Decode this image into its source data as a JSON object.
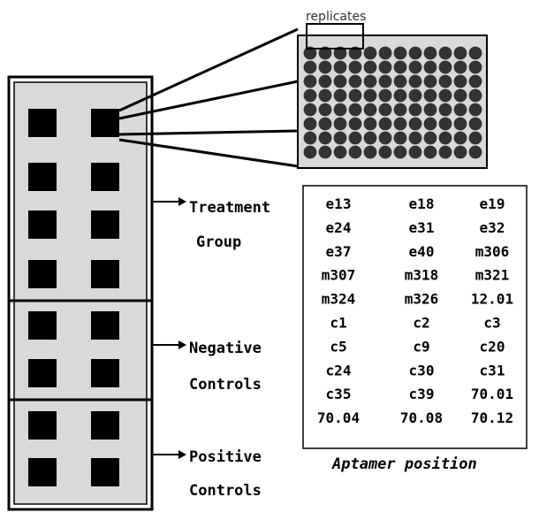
{
  "labels": {
    "replicates": "replicates",
    "treatment_line1": "Treatment",
    "treatment_line2": "Group",
    "negative_line1": "Negative",
    "negative_line2": "Controls",
    "positive_line1": "Positive",
    "positive_line2": "Controls",
    "caption": "Aptamer position"
  },
  "aptamer_table": [
    [
      "e13",
      "e18",
      "e19"
    ],
    [
      "e24",
      "e31",
      "e32"
    ],
    [
      "e37",
      "e40",
      "m306"
    ],
    [
      "m307",
      "m318",
      "m321"
    ],
    [
      "m324",
      "m326",
      "12.01"
    ],
    [
      "c1",
      "c2",
      "c3"
    ],
    [
      "c5",
      "c9",
      "c20"
    ],
    [
      "c24",
      "c30",
      "c31"
    ],
    [
      "c35",
      "c39",
      "70.01"
    ],
    [
      "70.04",
      "70.08",
      "70.12"
    ]
  ],
  "plate": {
    "rows": 8,
    "cols": 12
  },
  "colors": {
    "panel": "#d9d9d9",
    "ink": "#000000",
    "well": "#333333"
  }
}
